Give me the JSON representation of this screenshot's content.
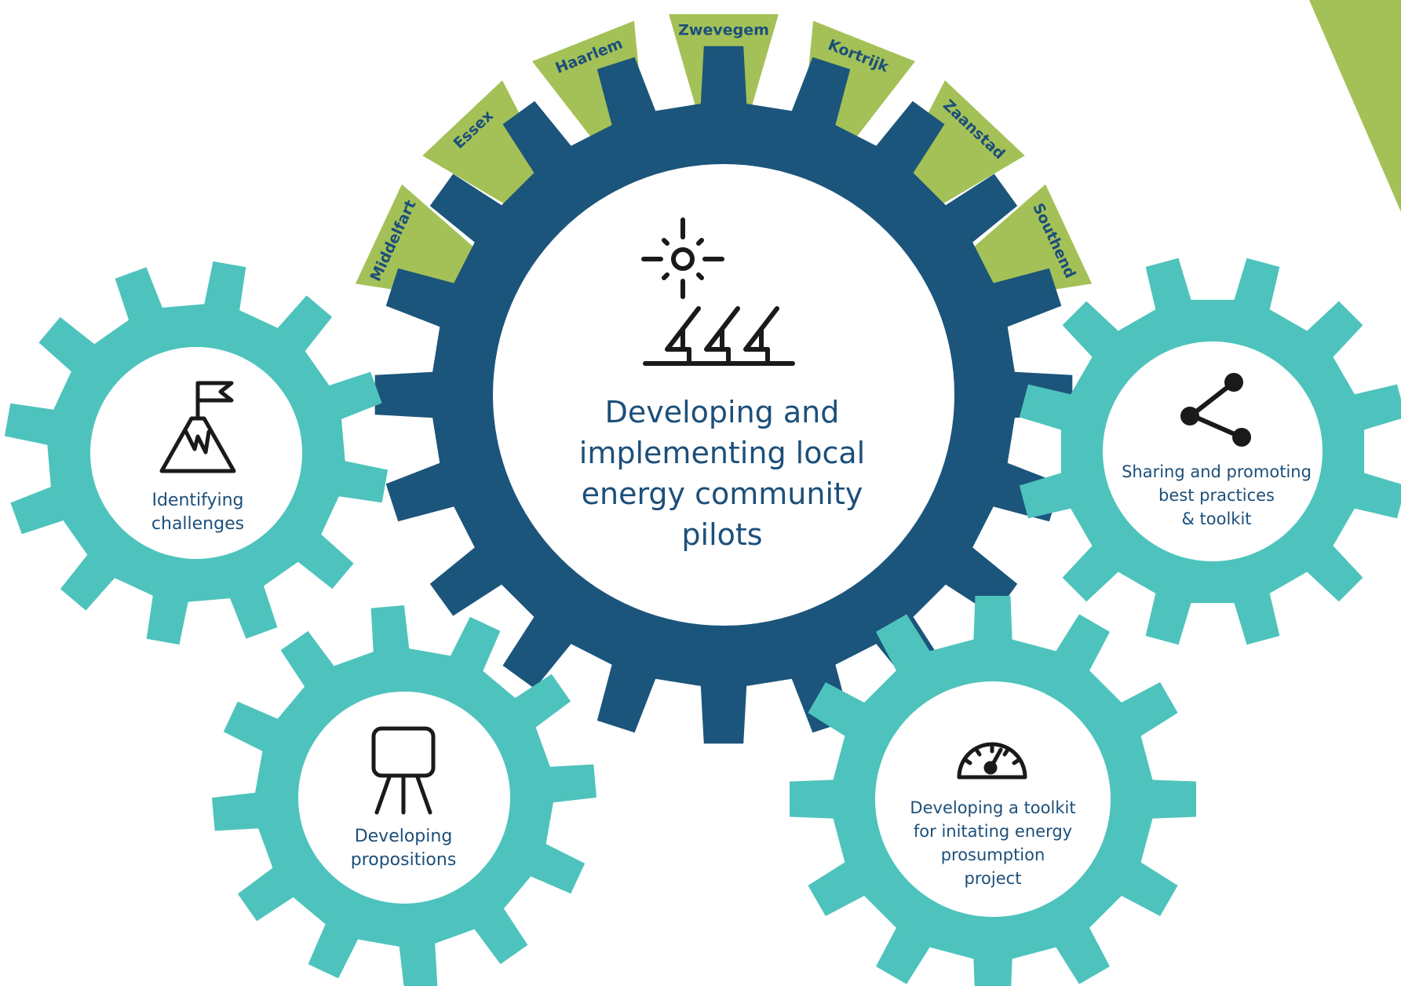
{
  "center": {
    "title_lines": [
      "Developing and",
      "implementing local",
      "energy community",
      "pilots"
    ],
    "icon": "solar-panel-icon"
  },
  "cities": [
    "Middelfart",
    "Essex",
    "Haarlem",
    "Zwevegem",
    "Kortrijk",
    "Zaanstad",
    "Southend"
  ],
  "gears": {
    "identifying": {
      "lines": [
        "Identifying",
        "challenges"
      ],
      "icon": "mountain-flag-icon"
    },
    "propositions": {
      "lines": [
        "Developing",
        "propositions"
      ],
      "icon": "presentation-board-icon"
    },
    "toolkit": {
      "lines": [
        "Developing a toolkit",
        "for initating energy",
        "prosumption",
        "project"
      ],
      "icon": "speedometer-icon"
    },
    "sharing": {
      "lines": [
        "Sharing and promoting",
        "best practices",
        "& toolkit"
      ],
      "icon": "share-icon"
    }
  },
  "colors": {
    "main_gear": "#1b557b",
    "small_gear": "#4ec3bd",
    "city_tab": "#a4c157",
    "text": "#1c4f7a",
    "accent_triangle": "#a4c157"
  }
}
